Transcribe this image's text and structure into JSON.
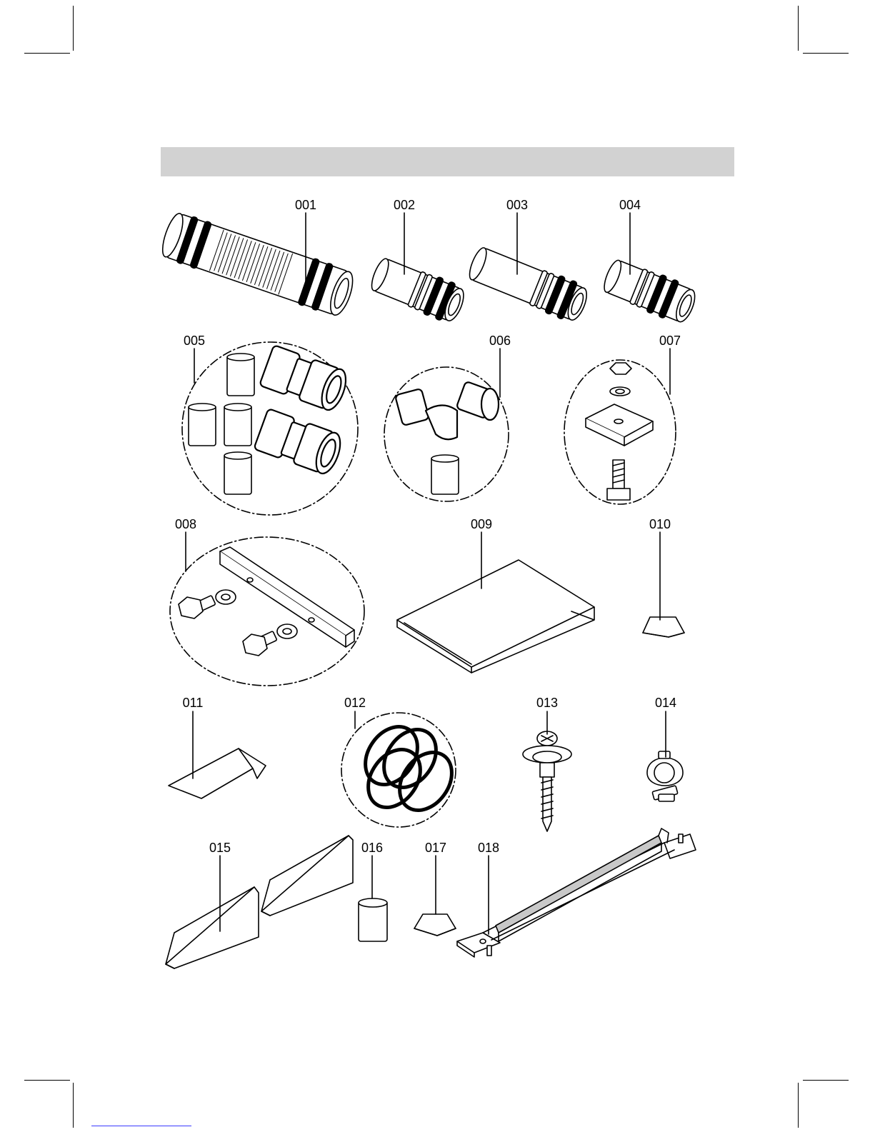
{
  "labels": {
    "p001": "001",
    "p002": "002",
    "p003": "003",
    "p004": "004",
    "p005": "005",
    "p006": "006",
    "p007": "007",
    "p008": "008",
    "p009": "009",
    "p010": "010",
    "p011": "011",
    "p012": "012",
    "p013": "013",
    "p014": "014",
    "p015": "015",
    "p016": "016",
    "p017": "017",
    "p018": "018"
  }
}
